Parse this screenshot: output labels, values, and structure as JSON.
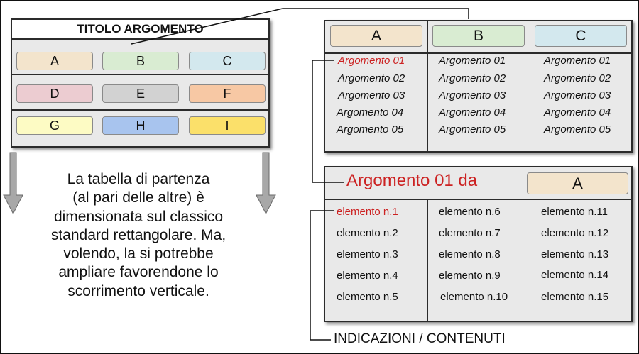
{
  "left_table": {
    "title": "TITOLO ARGOMENTO",
    "rows": [
      [
        {
          "label": "A",
          "color": "#f3e4cc"
        },
        {
          "label": "B",
          "color": "#d9ecd2"
        },
        {
          "label": "C",
          "color": "#d3e8ee"
        }
      ],
      [
        {
          "label": "D",
          "color": "#ecccd1"
        },
        {
          "label": "E",
          "color": "#d2d2d2"
        },
        {
          "label": "F",
          "color": "#f7c8a4"
        }
      ],
      [
        {
          "label": "G",
          "color": "#fdfbc4"
        },
        {
          "label": "H",
          "color": "#a8c4ee"
        },
        {
          "label": "I",
          "color": "#fbe06a"
        }
      ]
    ]
  },
  "caption": {
    "lines": [
      "La tabella di partenza",
      "(al pari delle altre) è",
      "dimensionata sul classico",
      "standard rettangolare. Ma,",
      "volendo, la si potrebbe",
      "ampliare favorendone lo",
      "scorrimento verticale."
    ]
  },
  "topics_table": {
    "columns": [
      {
        "label": "A",
        "color": "#f3e4cc",
        "items": [
          "Argomento 01",
          "Argomento 02",
          "Argomento 03",
          "Argomento 04",
          "Argomento 05"
        ]
      },
      {
        "label": "B",
        "color": "#d9ecd2",
        "items": [
          "Argomento 01",
          "Argomento 02",
          "Argomento 03",
          "Argomento 04",
          "Argomento 05"
        ]
      },
      {
        "label": "C",
        "color": "#d3e8ee",
        "items": [
          "Argomento 01",
          "Argomento 02",
          "Argomento 03",
          "Argomento 04",
          "Argomento 05"
        ]
      }
    ]
  },
  "content_table": {
    "heading": "Argomento 01 da",
    "tag": {
      "label": "A",
      "color": "#f3e4cc"
    },
    "columns": [
      [
        "elemento n.1",
        "elemento n.2",
        "elemento n.3",
        "elemento n.4",
        "elemento n.5"
      ],
      [
        "elemento n.6",
        "elemento n.7",
        "elemento n.8",
        "elemento n.9",
        "elemento n.10"
      ],
      [
        "elemento n.11",
        "elemento n.12",
        "elemento n.13",
        "elemento n.14",
        "elemento n.15"
      ]
    ]
  },
  "footer_label": "INDICAZIONI / CONTENUTI",
  "colors": {
    "highlight": "#cc2222",
    "panel": "#e9e9e9",
    "arrow": "#a8a8a8"
  }
}
